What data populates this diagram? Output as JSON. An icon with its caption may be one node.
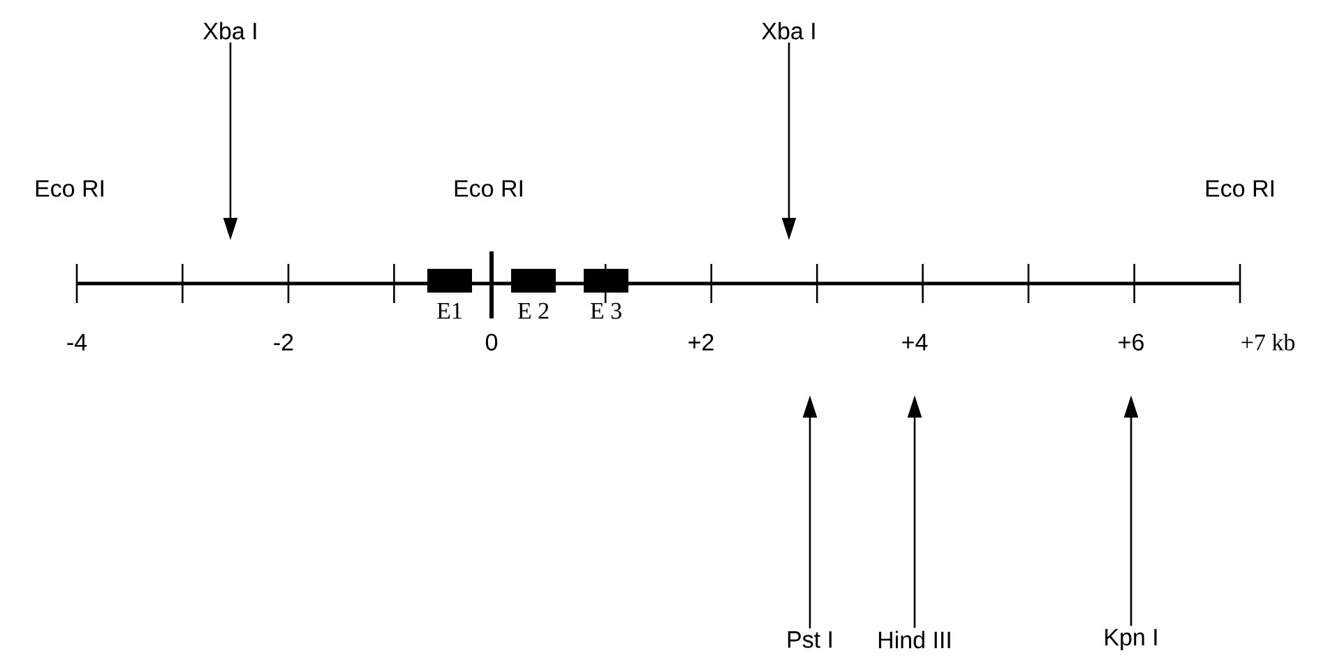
{
  "diagram": {
    "nodes": [
      {
        "text": [
          "Xba I"
        ]
      },
      {
        "text": [
          "Xba I"
        ]
      },
      {
        "text": [],
        "shape": "box",
        "beside": [
          "E1"
        ]
      },
      {
        "text": [],
        "shape": "box",
        "beside": [
          "E 2"
        ]
      },
      {
        "text": [],
        "shape": "box",
        "beside": [
          "E 3"
        ]
      },
      {
        "text": [
          "Pst I"
        ]
      },
      {
        "text": [
          "Hind III"
        ]
      },
      {
        "text": [
          "Kpn I"
        ]
      }
    ],
    "edges": [
      {
        "from": 0,
        "to": null,
        "arrow": "to"
      },
      {
        "from": 1,
        "to": null,
        "arrow": "to"
      },
      {
        "from": 5,
        "to": null,
        "arrow": "to"
      },
      {
        "from": 6,
        "to": null,
        "arrow": "to"
      },
      {
        "from": 7,
        "to": null,
        "arrow": "to"
      }
    ],
    "labels": [
      "Eco RI",
      "Eco RI",
      "Eco RI",
      "-4",
      "-2",
      "0",
      "+2",
      "+4",
      "+6",
      "+7 kb"
    ]
  }
}
